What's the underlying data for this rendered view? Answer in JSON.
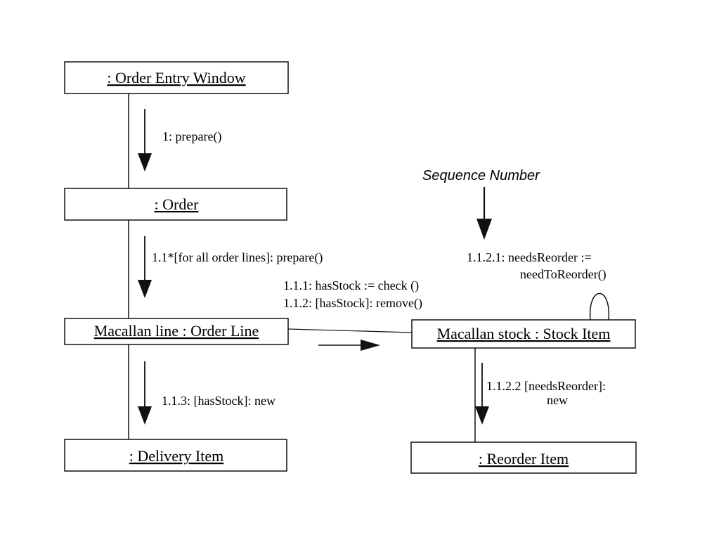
{
  "objects": {
    "order_entry_window": ": Order Entry Window",
    "order": ": Order",
    "order_line": "Macallan line : Order Line",
    "stock_item": "Macallan stock : Stock Item",
    "delivery_item": ": Delivery Item",
    "reorder_item": ": Reorder Item"
  },
  "messages": {
    "prepare": "1: prepare()",
    "prepare_lines": "1.1*[for all order lines]: prepare()",
    "check": "1.1.1: hasStock := check ()",
    "remove": "1.1.2: [hasStock]: remove()",
    "new_delivery": "1.1.3: [hasStock]: new",
    "needs_reorder_1": "1.1.2.1: needsReorder :=",
    "needs_reorder_2": "needToReorder()",
    "new_reorder_1": "1.1.2.2 [needsReorder]:",
    "new_reorder_2": "new"
  },
  "annotation": {
    "sequence_number": "Sequence Number"
  }
}
